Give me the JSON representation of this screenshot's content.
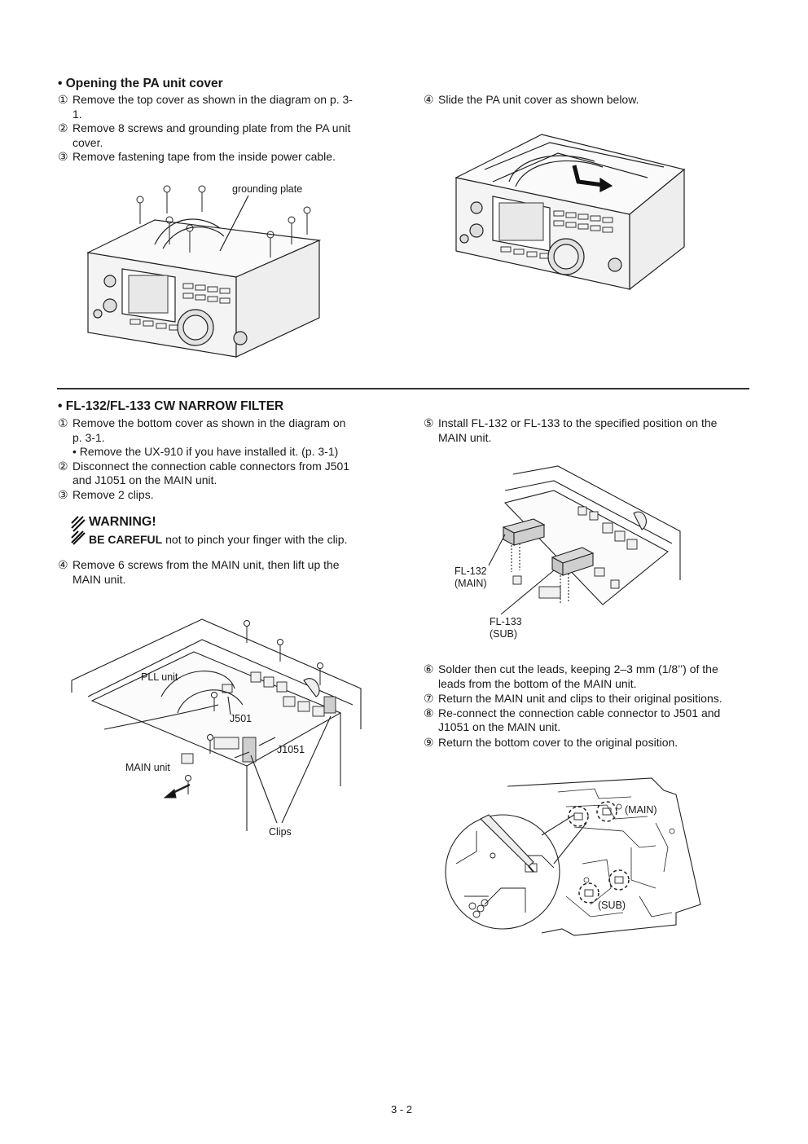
{
  "pa_cover": {
    "heading": "• Opening the PA unit cover",
    "steps": [
      {
        "num": "①",
        "text": "Remove the top cover as shown in the diagram on p. 3-",
        "cont": "1."
      },
      {
        "num": "②",
        "text": "Remove 8 screws and grounding plate from the PA unit",
        "cont": "cover."
      },
      {
        "num": "③",
        "text": "Remove fastening tape from the inside power cable."
      }
    ],
    "step4": {
      "num": "④",
      "text": "Slide the PA unit cover as shown below."
    },
    "fig_label_grounding": "grounding plate"
  },
  "cw_filter": {
    "heading": "• FL-132/FL-133 CW NARROW FILTER",
    "steps": [
      {
        "num": "①",
        "text": "Remove the bottom cover as shown in the diagram on",
        "cont": "p. 3-1."
      },
      {
        "num": "",
        "text": "•  Remove the UX-910 if you have installed it. (p. 3-1)"
      },
      {
        "num": "②",
        "text": "Disconnect the connection cable connectors from J501",
        "cont": "and J1051 on the MAIN unit."
      },
      {
        "num": "③",
        "text": "Remove 2 clips."
      }
    ],
    "warning_title": "WARNING!",
    "warning_bold": "BE CAREFUL",
    "warning_rest": " not to pinch your finger with the clip.",
    "step4": {
      "num": "④",
      "text": "Remove 6 screws from the MAIN unit, then lift up the",
      "cont": "MAIN unit."
    },
    "step5": {
      "num": "⑤",
      "text": "Install FL-132 or FL-133 to the specified position on the",
      "cont": "MAIN unit."
    },
    "steps_b": [
      {
        "num": "⑥",
        "text": "Solder then cut the leads, keeping 2–3 mm (1/8’’) of the",
        "cont": "leads from the bottom of the MAIN unit."
      },
      {
        "num": "⑦",
        "text": "Return the MAIN unit and clips to their original positions."
      },
      {
        "num": "⑧",
        "text": "Re-connect the connection cable connector to J501 and",
        "cont": "J1051 on the MAIN unit."
      },
      {
        "num": "⑨",
        "text": "Return the bottom cover to the original position."
      }
    ],
    "fig_labels": {
      "pll_unit": "PLL unit",
      "j501": "J501",
      "j1051": "J1051",
      "main_unit": "MAIN unit",
      "clips": "Clips",
      "fl132": "FL-132",
      "fl132_main": "(MAIN)",
      "fl133": "FL-133",
      "fl133_sub": "(SUB)",
      "main": "(MAIN)",
      "sub": "(SUB)"
    }
  },
  "page_number": "3 - 2"
}
